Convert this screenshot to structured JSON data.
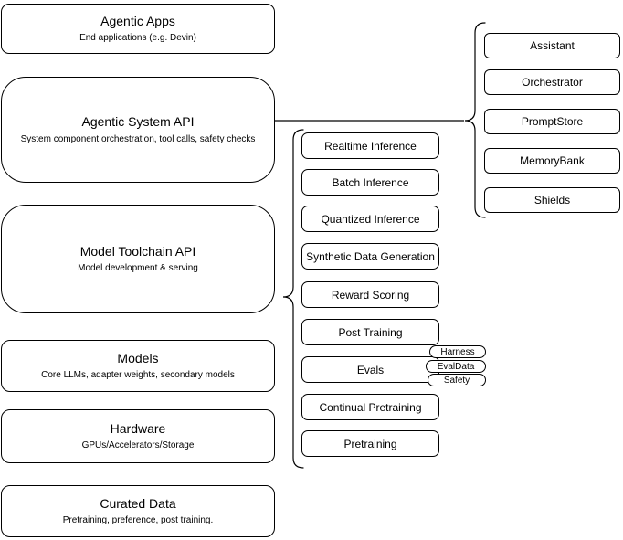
{
  "stack": {
    "boxes": [
      {
        "title": "Agentic Apps",
        "subtitle": "End applications (e.g. Devin)"
      },
      {
        "title": "Agentic System API",
        "subtitle": "System component orchestration, tool calls, safety checks"
      },
      {
        "title": "Model Toolchain API",
        "subtitle": "Model development & serving"
      },
      {
        "title": "Models",
        "subtitle": "Core LLMs, adapter weights, secondary models"
      },
      {
        "title": "Hardware",
        "subtitle": "GPUs/Accelerators/Storage"
      },
      {
        "title": "Curated Data",
        "subtitle": "Pretraining, preference, post training."
      }
    ]
  },
  "toolchain": {
    "items": [
      "Realtime Inference",
      "Batch Inference",
      "Quantized Inference",
      "Synthetic Data Generation",
      "Reward Scoring",
      "Post Training",
      "Evals",
      "Continual Pretraining",
      "Pretraining"
    ]
  },
  "evals_tags": [
    "Harness",
    "EvalData",
    "Safety"
  ],
  "system_components": [
    "Assistant",
    "Orchestrator",
    "PromptStore",
    "MemoryBank",
    "Shields"
  ],
  "colors": {
    "stroke": "#000000",
    "fill": "#ffffff"
  }
}
